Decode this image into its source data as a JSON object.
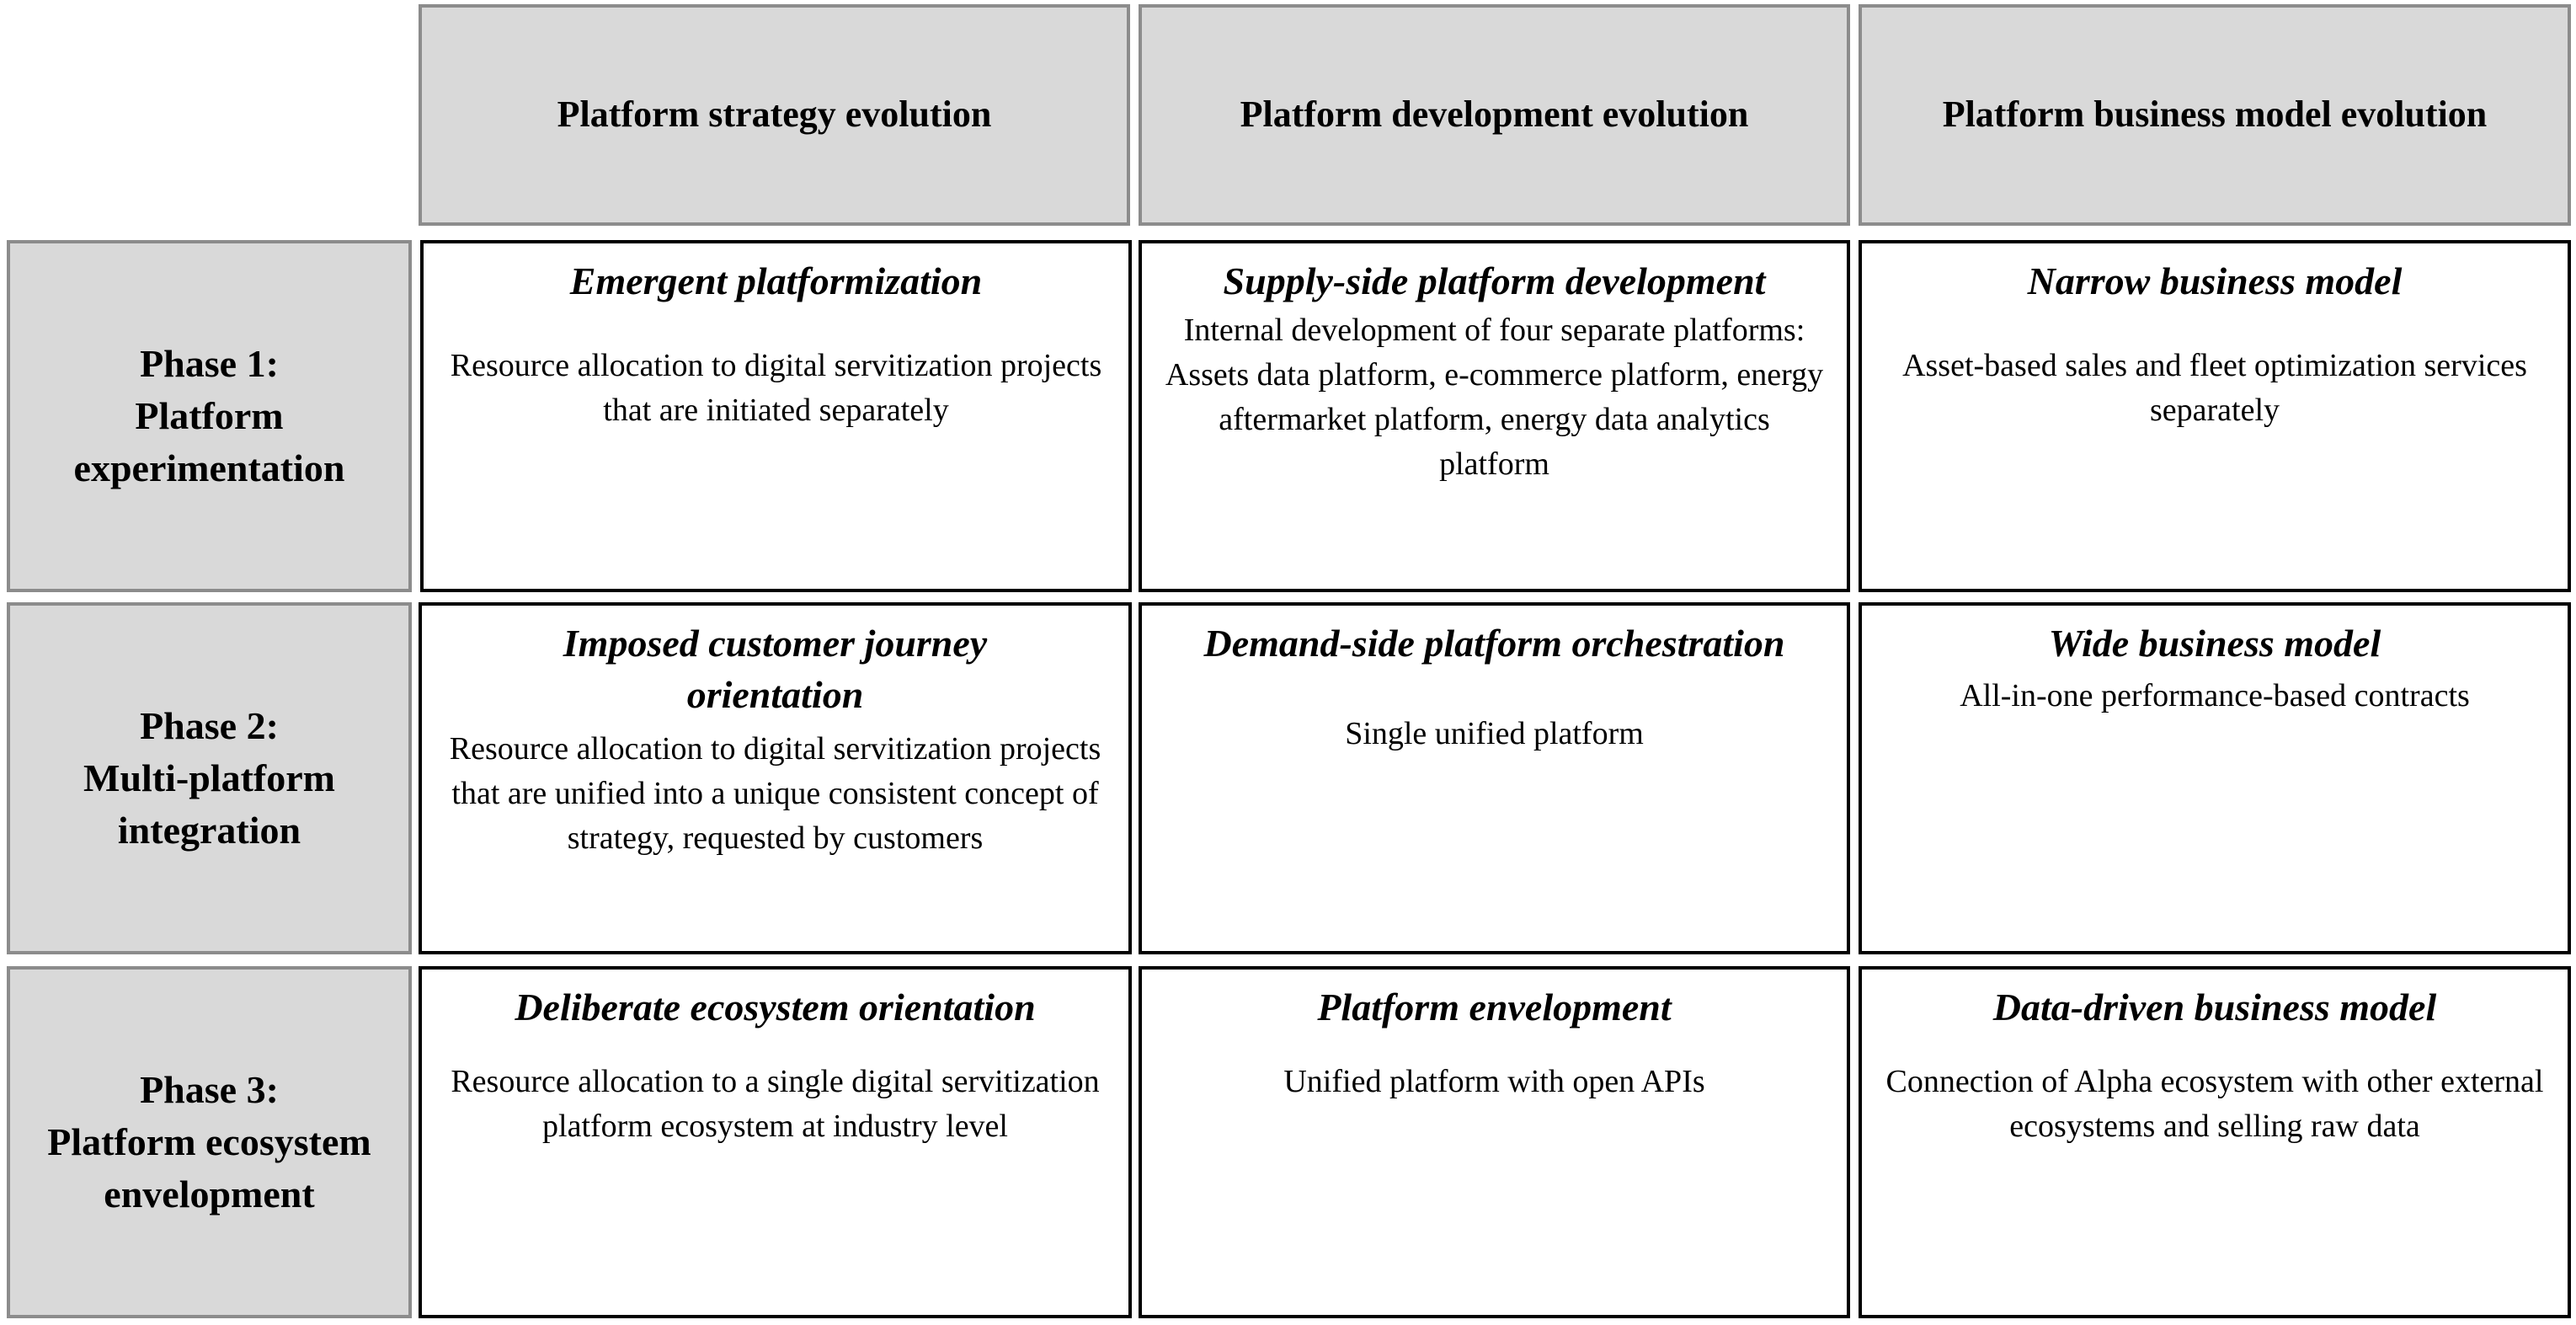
{
  "columns": [
    "Platform strategy evolution",
    "Platform development evolution",
    "Platform business model evolution"
  ],
  "phases": [
    {
      "label_line1": "Phase 1:",
      "label_line2": "Platform",
      "label_line3": "experimentation",
      "cells": [
        {
          "title": "Emergent platformization",
          "desc": "Resource allocation to digital servitization projects that are initiated separately"
        },
        {
          "title": "Supply-side platform development",
          "desc": "Internal development of four separate platforms: Assets data platform, e-commerce platform, energy aftermarket platform, energy data analytics platform"
        },
        {
          "title": "Narrow business model",
          "desc": "Asset-based sales and fleet optimization services separately"
        }
      ]
    },
    {
      "label_line1": "Phase 2:",
      "label_line2": "Multi-platform",
      "label_line3": "integration",
      "cells": [
        {
          "title": "Imposed customer journey orientation",
          "desc": "Resource allocation to digital servitization projects that are unified into a unique consistent concept of strategy, requested by customers"
        },
        {
          "title": "Demand-side platform orchestration",
          "desc": "Single unified platform"
        },
        {
          "title": "Wide business model",
          "desc": "All-in-one performance-based contracts"
        }
      ]
    },
    {
      "label_line1": "Phase 3:",
      "label_line2": "Platform ecosystem",
      "label_line3": "envelopment",
      "cells": [
        {
          "title": "Deliberate ecosystem orientation",
          "desc": "Resource allocation to a single digital servitization platform ecosystem at industry level"
        },
        {
          "title": "Platform envelopment",
          "desc": "Unified platform with open APIs"
        },
        {
          "title": "Data-driven business model",
          "desc": "Connection of Alpha ecosystem with other external ecosystems and selling raw data"
        }
      ]
    }
  ]
}
